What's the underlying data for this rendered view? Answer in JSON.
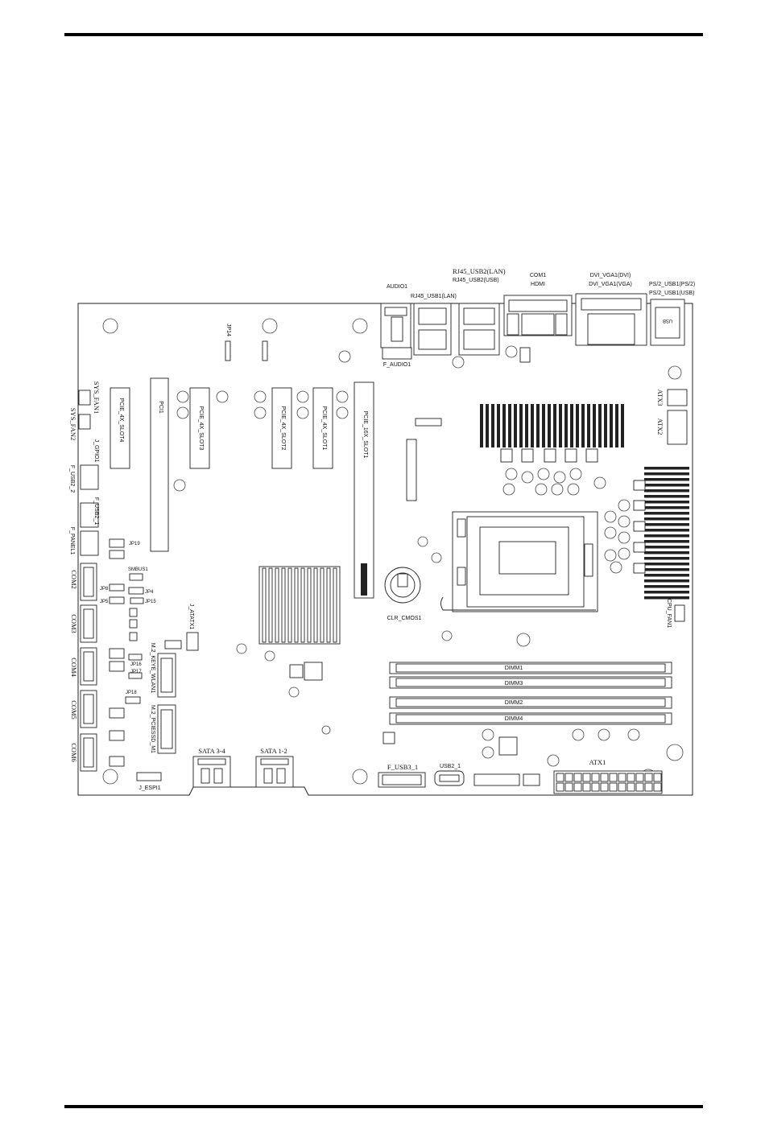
{
  "labels": {
    "audio1": "AUDIO1",
    "rj45_usb1": "RJ45_USB1(LAN)",
    "rj45_usb2_lan": "RJ45_USB2(LAN)",
    "rj45_usb2_usb": "RJ45_USB2(USB)",
    "com1": "COM1",
    "hdmi": "HDMI",
    "dvi_vga_dvi": "DVI_VGA1(DVI)",
    "dvi_vga_vga": "DVI_VGA1(VGA)",
    "ps2_usb1_ps2": "PS/2_USB1(PS/2)",
    "ps2_usb1_usb": "PS/2_USB1(USB)",
    "f_audio1": "F_AUDIO1",
    "jp14": "JP14",
    "pci1": "PCI1",
    "slot4": "PCIE_4X_SLOT4",
    "slot3": "PCIE_4X_SLOT3",
    "slot2": "PCIE_4X_SLOT2",
    "slot1": "PCIE_4X_SLOT1",
    "slot16": "PCIE_16X_SLOT1",
    "sys_fan1": "SYS_FAN1",
    "sys_fan2": "SYS_FAN2",
    "j_gpio1": "J_GPIO1",
    "f_usb2_2": "F_USB2_2",
    "f_usb2_1": "F_USB2_1",
    "f_panel1": "F_PANEL1",
    "jp19": "JP19",
    "com2": "COM2",
    "com3": "COM3",
    "com4": "COM4",
    "com5": "COM5",
    "com6": "COM6",
    "smbus1": "SMBUS1",
    "jp8": "JP8",
    "jp5": "JP5",
    "jp4": "JP4",
    "jp15": "JP15",
    "jp16": "JP16",
    "jp17": "JP17",
    "jp18": "JP18",
    "j_atatx1": "J_ATATX1",
    "m2_wlan": "M.2_KEYE_WLAN1",
    "m2_ssd": "M.2_PCIESSD_M1",
    "clr_cmos1": "CLR_CMOS1",
    "atx3": "ATX3",
    "atx2": "ATX2",
    "cpu_fan1": "CPU_FAN1",
    "dimm1": "DIMM1",
    "dimm3": "DIMM3",
    "dimm2": "DIMM2",
    "dimm4": "DIMM4",
    "sata34": "SATA 3-4",
    "sata12": "SATA 1-2",
    "j_espi1": "J_ESPI1",
    "f_usb3_1": "F_USB3_1",
    "usb2_1": "USB2_1",
    "atx1": "ATX1"
  }
}
